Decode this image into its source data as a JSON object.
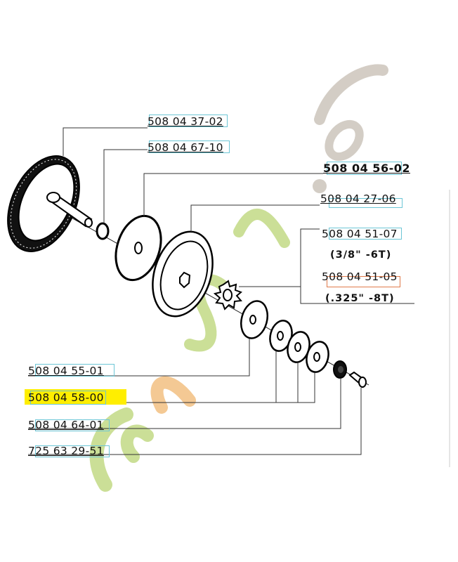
{
  "diagram": {
    "type": "exploded-parts-diagram",
    "subject": "clutch drum / sprocket assembly",
    "axis_color": "#111111"
  },
  "watermark": {
    "part1": "for",
    "part2": "e",
    "part3": "tjardin",
    "part4": ".com",
    "colors": {
      "green": "#c6dc8c",
      "orange": "#f3c489",
      "gray": "#cfc8bf"
    }
  },
  "highlight_color": "#ffee00",
  "box_colors": {
    "default": "#6cc6d6",
    "alternate": "#e07a4a"
  },
  "labels": {
    "gear": "508 04 37-02",
    "washer_small": "508 04 67-10",
    "assembly": "508 04 56-02",
    "drum": "508 04 27-06",
    "sprocket_a": "508 04 51-07",
    "sprocket_a_spec": "(3/8\" -6T)",
    "sprocket_b": "508 04 51-05",
    "sprocket_b_spec": "(.325\" -8T)",
    "washer_large": "508 04 55-01",
    "washers_set": "508 04 58-00",
    "bearing": "508 04 64-01",
    "bolt": "725 63 29-51"
  }
}
